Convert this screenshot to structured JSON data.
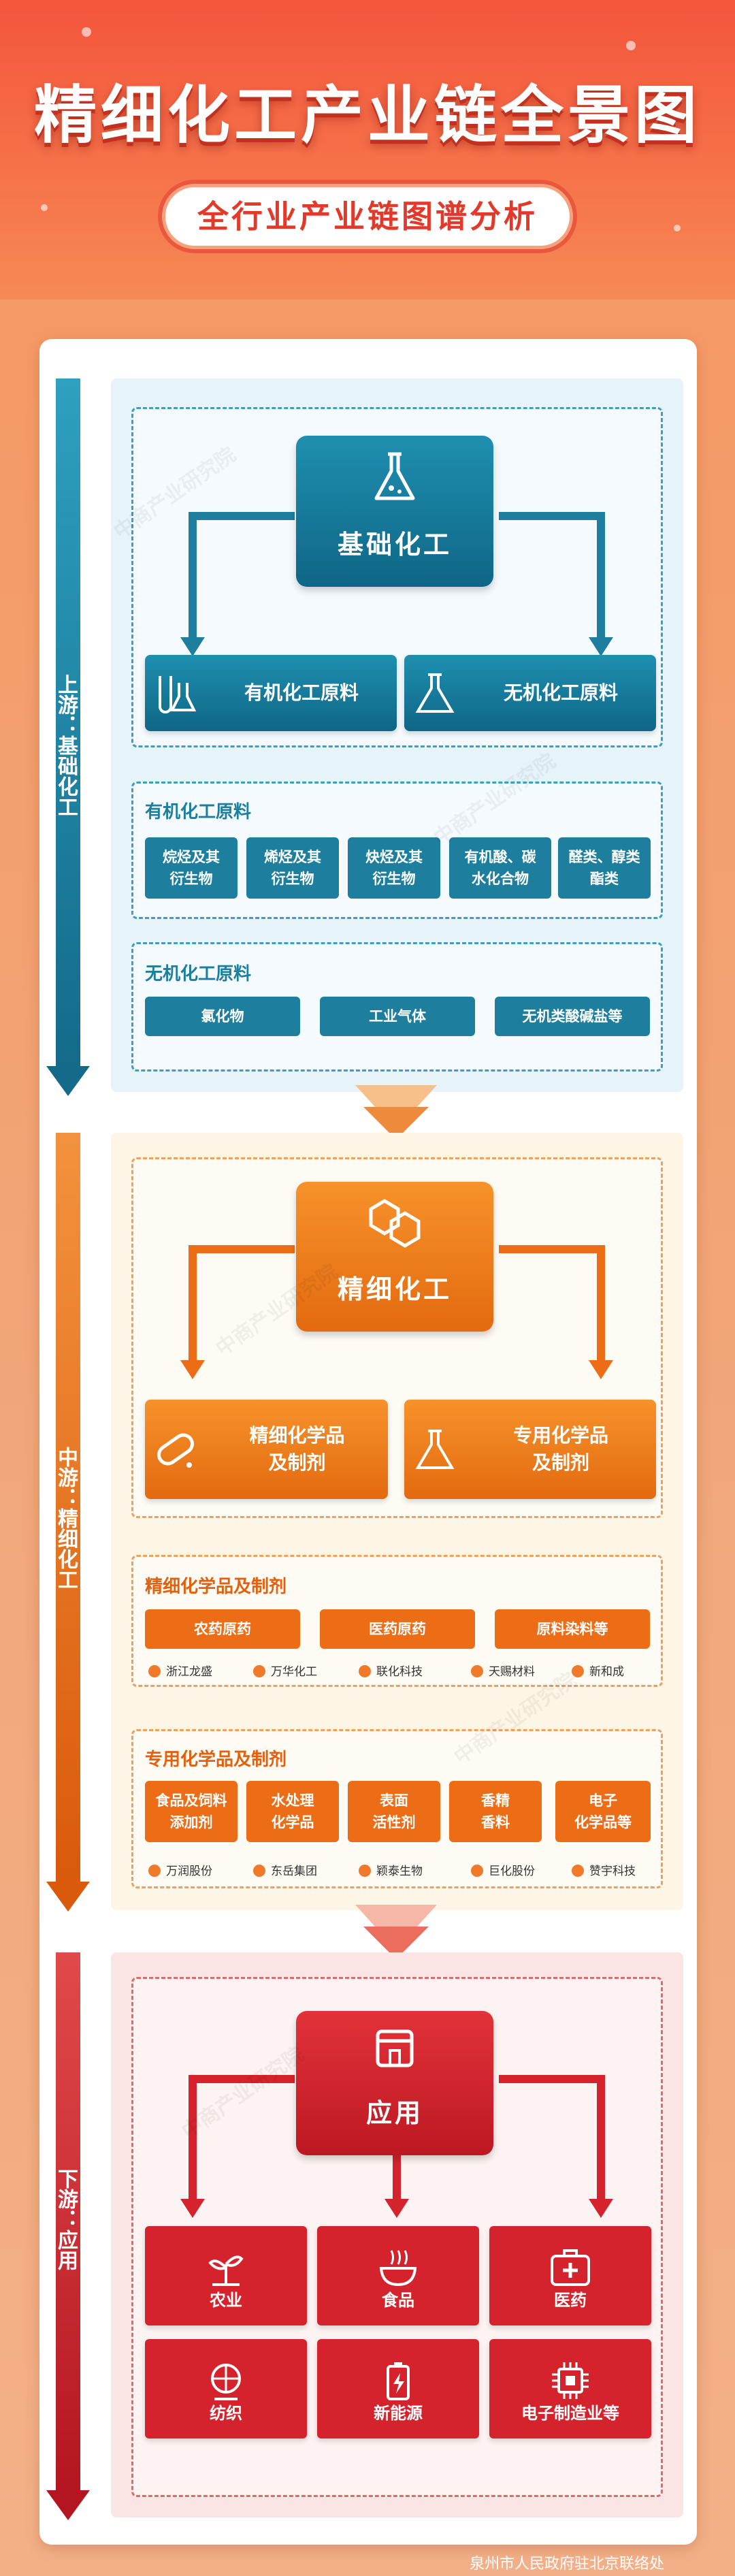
{
  "header": {
    "title": "精细化工产业链全景图",
    "subtitle": "全行业产业链图谱分析"
  },
  "stages": {
    "upstream": {
      "label": "上游：基础化工",
      "color": "#1d7e9e",
      "center": "基础化工",
      "left_node": "有机化工原料",
      "right_node": "无机化工原料",
      "organic": {
        "title": "有机化工原料",
        "items": [
          "烷烃及其\n衍生物",
          "烯烃及其\n衍生物",
          "炔烃及其\n衍生物",
          "有机酸、碳\n水化合物",
          "醛类、醇类\n酯类"
        ]
      },
      "inorganic": {
        "title": "无机化工原料",
        "items": [
          "氯化物",
          "工业气体",
          "无机类酸碱盐等"
        ]
      }
    },
    "midstream": {
      "label": "中游：精细化工",
      "color": "#ec6d16",
      "center": "精细化工",
      "left_node": "精细化学品\n及制剂",
      "right_node": "专用化学品\n及制剂",
      "fine": {
        "title": "精细化学品及制剂",
        "items": [
          "农药原药",
          "医药原药",
          "原料染料等"
        ],
        "companies": [
          "浙江龙盛",
          "万华化工",
          "联化科技",
          "天赐材料",
          "新和成"
        ]
      },
      "special": {
        "title": "专用化学品及制剂",
        "items": [
          "食品及饲料\n添加剂",
          "水处理\n化学品",
          "表面\n活性剂",
          "香精\n香料",
          "电子\n化学品等"
        ],
        "companies": [
          "万润股份",
          "东岳集团",
          "颖泰生物",
          "巨化股份",
          "赞宇科技"
        ]
      }
    },
    "downstream": {
      "label": "下游：应用",
      "color": "#d4232d",
      "center": "应用",
      "apps": [
        "农业",
        "食品",
        "医药",
        "纺织",
        "新能源",
        "电子制造业等"
      ]
    }
  },
  "watermark": "中商产业研究院",
  "credit": "泉州市人民政府驻北京联络处"
}
